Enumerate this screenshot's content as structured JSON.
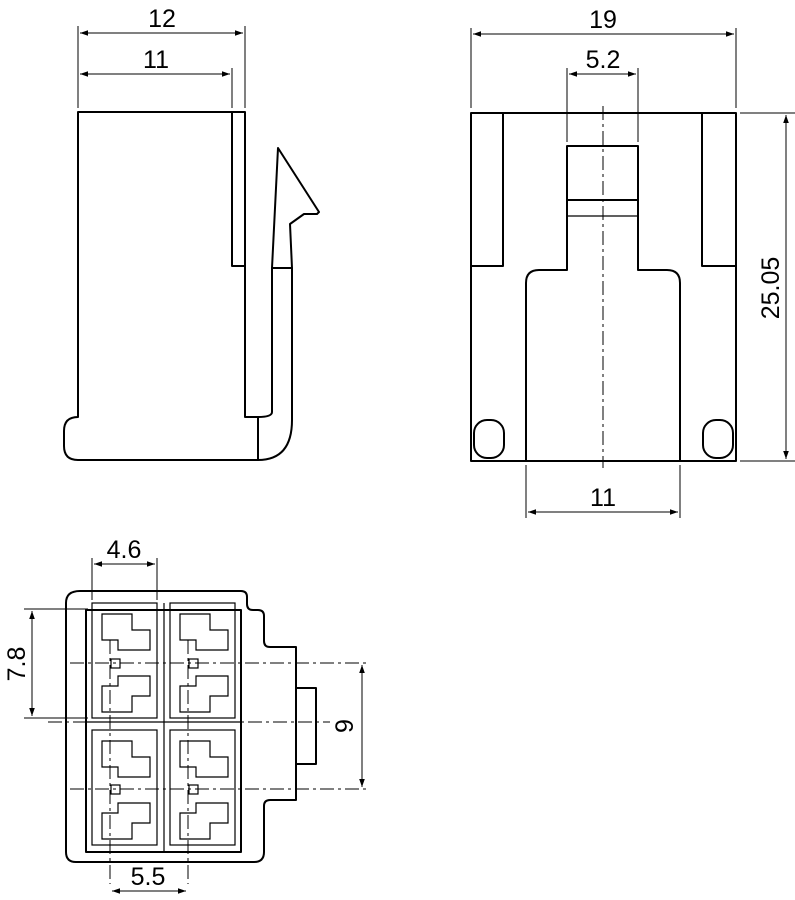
{
  "drawing": {
    "side_view": {
      "overall_width": "12",
      "body_width": "11"
    },
    "front_view": {
      "overall_width": "19",
      "latch_width": "5.2",
      "height": "25.05",
      "base_width": "11"
    },
    "bottom_view": {
      "cavity_width": "4.6",
      "cavity_height": "7.8",
      "row_pitch": "9",
      "column_pitch": "5.5"
    }
  }
}
